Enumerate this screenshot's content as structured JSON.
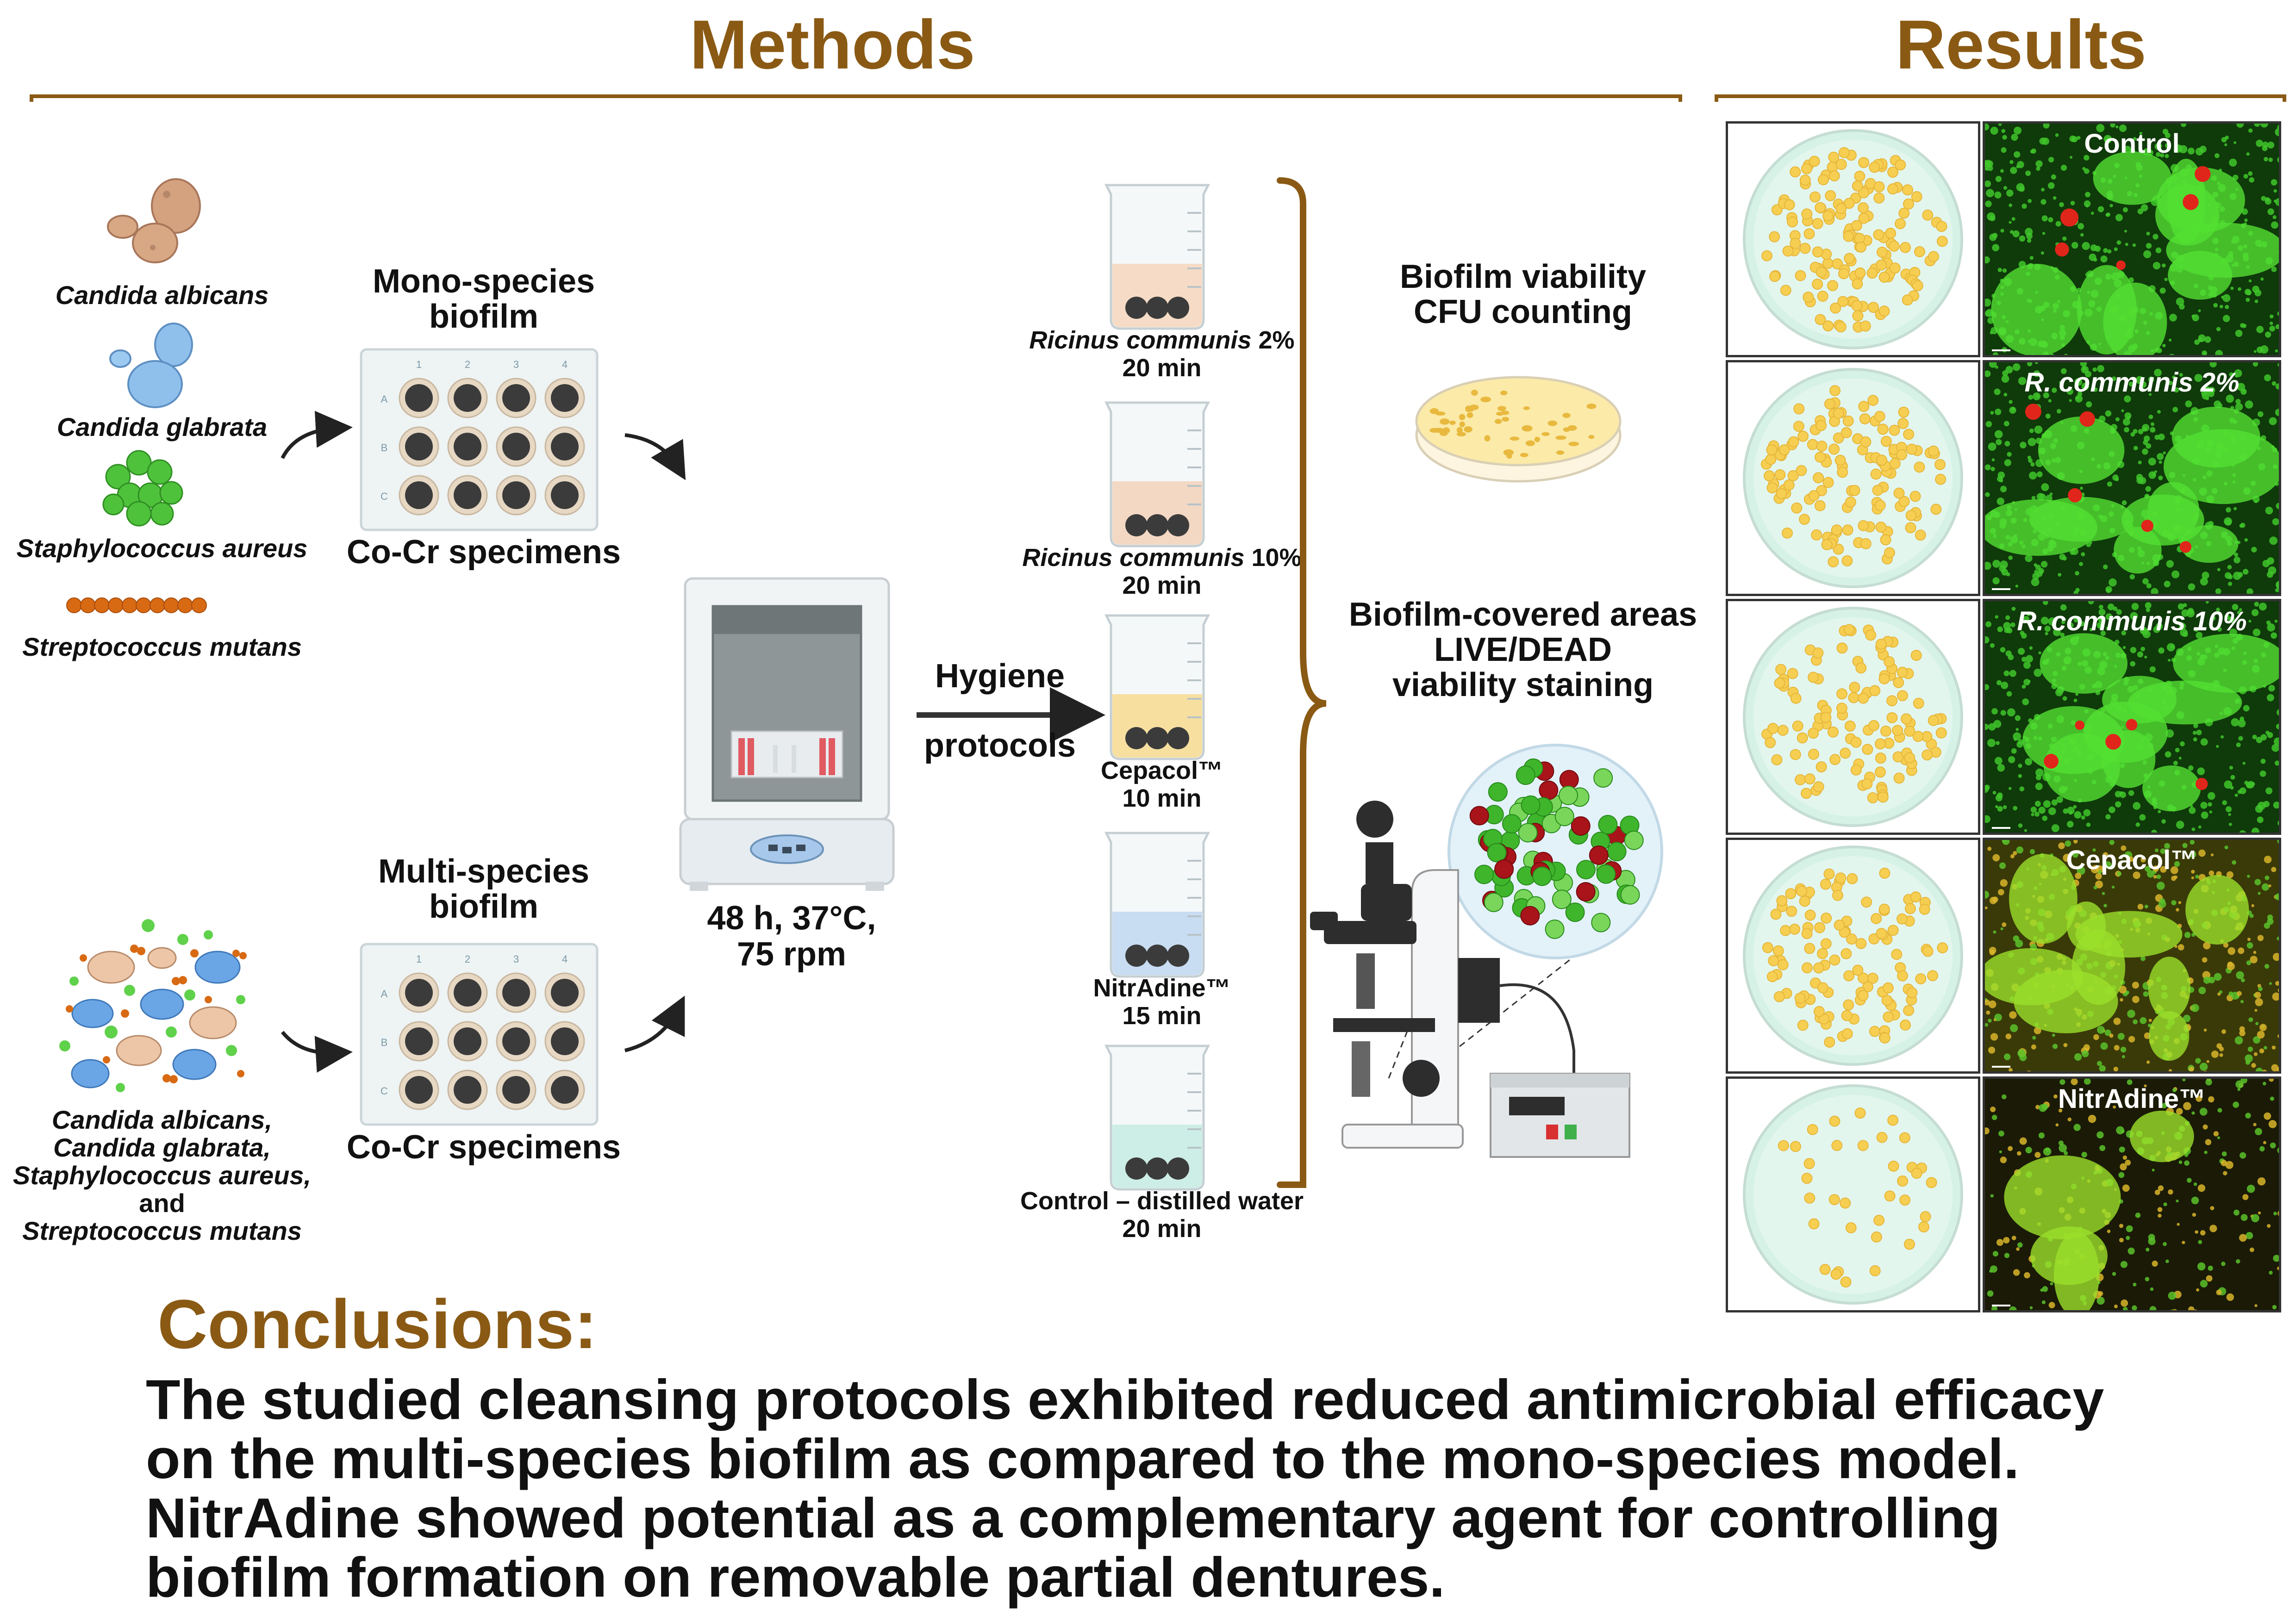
{
  "headings": {
    "methods": "Methods",
    "results": "Results",
    "conclusions": "Conclusions:"
  },
  "organisms": {
    "candida_albicans": "Candida albicans",
    "candida_glabrata": "Candida glabrata",
    "staph_aureus": "Staphylococcus aureus",
    "strep_mutans": "Streptococcus mutans"
  },
  "mixed_organisms": [
    "Candida albicans,",
    "Candida glabrata,",
    "Staphylococcus aureus,",
    "and",
    "Streptococcus mutans"
  ],
  "mono_biofilm": {
    "title_line1": "Mono-species",
    "title_line2": "biofilm",
    "specimens": "Co-Cr specimens"
  },
  "multi_biofilm": {
    "title_line1": "Multi-species",
    "title_line2": "biofilm",
    "specimens": "Co-Cr specimens"
  },
  "plate_columns": [
    "1",
    "2",
    "3",
    "4"
  ],
  "plate_rows": [
    "A",
    "B",
    "C"
  ],
  "incubation": {
    "line1": "48 h, 37°C,",
    "line2": "75 rpm"
  },
  "hygiene": {
    "line1": "Hygiene",
    "line2": "protocols"
  },
  "protocols": [
    {
      "name": "Ricinus communis",
      "suffix": " 2%",
      "time": "20 min",
      "liquid": "#f6dcc6"
    },
    {
      "name": "Ricinus communis",
      "suffix": " 10%",
      "time": "20 min",
      "liquid": "#f3d8c4"
    },
    {
      "name": "Cepacol™",
      "suffix": "",
      "time": "10 min",
      "liquid": "#f7dfa0"
    },
    {
      "name": "NitrAdine™",
      "suffix": "",
      "time": "15 min",
      "liquid": "#c8dcf2"
    },
    {
      "name": "Control – distilled water",
      "suffix": "",
      "time": "20 min",
      "liquid": "#cdeee6"
    }
  ],
  "analysis": {
    "cfu_line1": "Biofilm viability",
    "cfu_line2": "CFU counting",
    "stain_line1": "Biofilm-covered areas",
    "stain_line2": "LIVE/DEAD",
    "stain_line3": "viability staining"
  },
  "results": [
    {
      "label": "Control",
      "italic": false
    },
    {
      "label": "R. communis 2%",
      "italic": true
    },
    {
      "label": "R. communis 10%",
      "italic": true
    },
    {
      "label": "Cepacol™",
      "italic": false
    },
    {
      "label": "NitrAdine™",
      "italic": false
    }
  ],
  "conclusion_lines": [
    "The studied cleansing protocols exhibited reduced antimicrobial efficacy",
    "on the multi-species biofilm as compared to the mono-species model.",
    "NitrAdine showed potential as a complementary agent for controlling",
    "biofilm formation on removable partial dentures."
  ],
  "colors": {
    "heading": "#8a5a14",
    "live_stain": "#3fc62a",
    "dead_stain": "#e0251b",
    "colony": "#f3c64a",
    "agar": "#d6f2e6"
  }
}
